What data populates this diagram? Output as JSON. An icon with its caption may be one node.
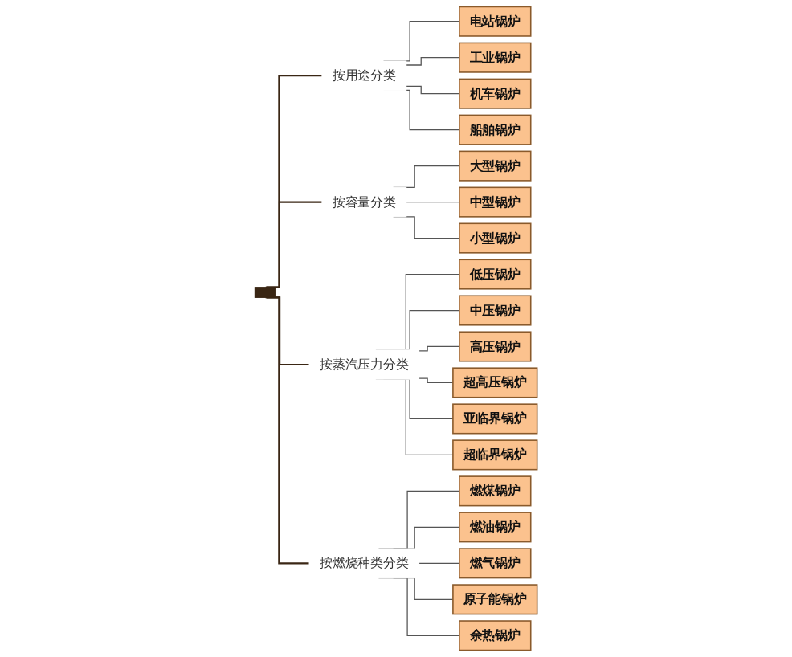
{
  "diagram": {
    "nodes": [
      {
        "text": [],
        "shape": "bar"
      },
      {
        "text": [
          "按用途分类"
        ]
      },
      {
        "text": [
          "电站锅炉"
        ]
      },
      {
        "text": [
          "工业锅炉"
        ]
      },
      {
        "text": [
          "机车锅炉"
        ]
      },
      {
        "text": [
          "船舶锅炉"
        ]
      },
      {
        "text": [
          "按容量分类"
        ]
      },
      {
        "text": [
          "大型锅炉"
        ]
      },
      {
        "text": [
          "中型锅炉"
        ]
      },
      {
        "text": [
          "小型锅炉"
        ]
      },
      {
        "text": [
          "按蒸汽压力分类"
        ]
      },
      {
        "text": [
          "低压锅炉"
        ]
      },
      {
        "text": [
          "中压锅炉"
        ]
      },
      {
        "text": [
          "高压锅炉"
        ]
      },
      {
        "text": [
          "超高压锅炉"
        ]
      },
      {
        "text": [
          "亚临界锅炉"
        ]
      },
      {
        "text": [
          "超临界锅炉"
        ]
      },
      {
        "text": [
          "按燃烧种类分类"
        ]
      },
      {
        "text": [
          "燃煤锅炉"
        ]
      },
      {
        "text": [
          "燃油锅炉"
        ]
      },
      {
        "text": [
          "燃气锅炉"
        ]
      },
      {
        "text": [
          "原子能锅炉"
        ]
      },
      {
        "text": [
          "余热锅炉"
        ]
      }
    ],
    "edges": [
      {
        "from": 0,
        "to": 1,
        "arrow": "none"
      },
      {
        "from": 1,
        "to": 2,
        "arrow": "none"
      },
      {
        "from": 1,
        "to": 3,
        "arrow": "none"
      },
      {
        "from": 1,
        "to": 4,
        "arrow": "none"
      },
      {
        "from": 1,
        "to": 5,
        "arrow": "none"
      },
      {
        "from": 0,
        "to": 6,
        "arrow": "none"
      },
      {
        "from": 6,
        "to": 7,
        "arrow": "none"
      },
      {
        "from": 6,
        "to": 8,
        "arrow": "none"
      },
      {
        "from": 6,
        "to": 9,
        "arrow": "none"
      },
      {
        "from": 0,
        "to": 10,
        "arrow": "none"
      },
      {
        "from": 10,
        "to": 11,
        "arrow": "none"
      },
      {
        "from": 10,
        "to": 12,
        "arrow": "none"
      },
      {
        "from": 10,
        "to": 13,
        "arrow": "none"
      },
      {
        "from": 10,
        "to": 14,
        "arrow": "none"
      },
      {
        "from": 10,
        "to": 15,
        "arrow": "none"
      },
      {
        "from": 10,
        "to": 16,
        "arrow": "none"
      },
      {
        "from": 0,
        "to": 17,
        "arrow": "none"
      },
      {
        "from": 17,
        "to": 18,
        "arrow": "none"
      },
      {
        "from": 17,
        "to": 19,
        "arrow": "none"
      },
      {
        "from": 17,
        "to": 20,
        "arrow": "none"
      },
      {
        "from": 17,
        "to": 21,
        "arrow": "none"
      },
      {
        "from": 17,
        "to": 22,
        "arrow": "none"
      }
    ]
  }
}
